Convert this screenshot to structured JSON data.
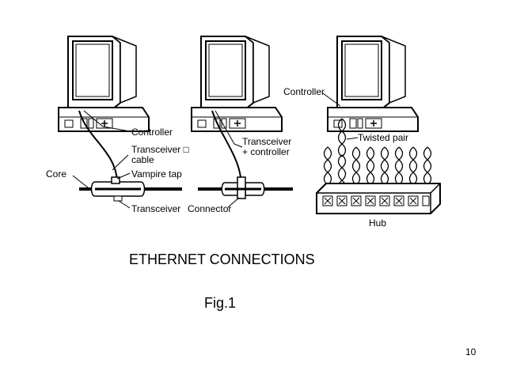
{
  "diagram": {
    "left": {
      "controller": "Controller",
      "transceiver_cable_1": "Transceiver □",
      "transceiver_cable_2": "cable",
      "core": "Core",
      "vampire_tap": "Vampire tap",
      "transceiver": "Transceiver"
    },
    "middle": {
      "transceiver_controller_1": "Transceiver",
      "transceiver_controller_2": "+ controller",
      "connector": "Connector"
    },
    "right": {
      "controller": "Controller",
      "twisted_pair": "Twisted pair",
      "hub": "Hub"
    }
  },
  "caption": "ETHERNET CONNECTIONS",
  "figure_label": "Fig.1",
  "page_number": "10"
}
